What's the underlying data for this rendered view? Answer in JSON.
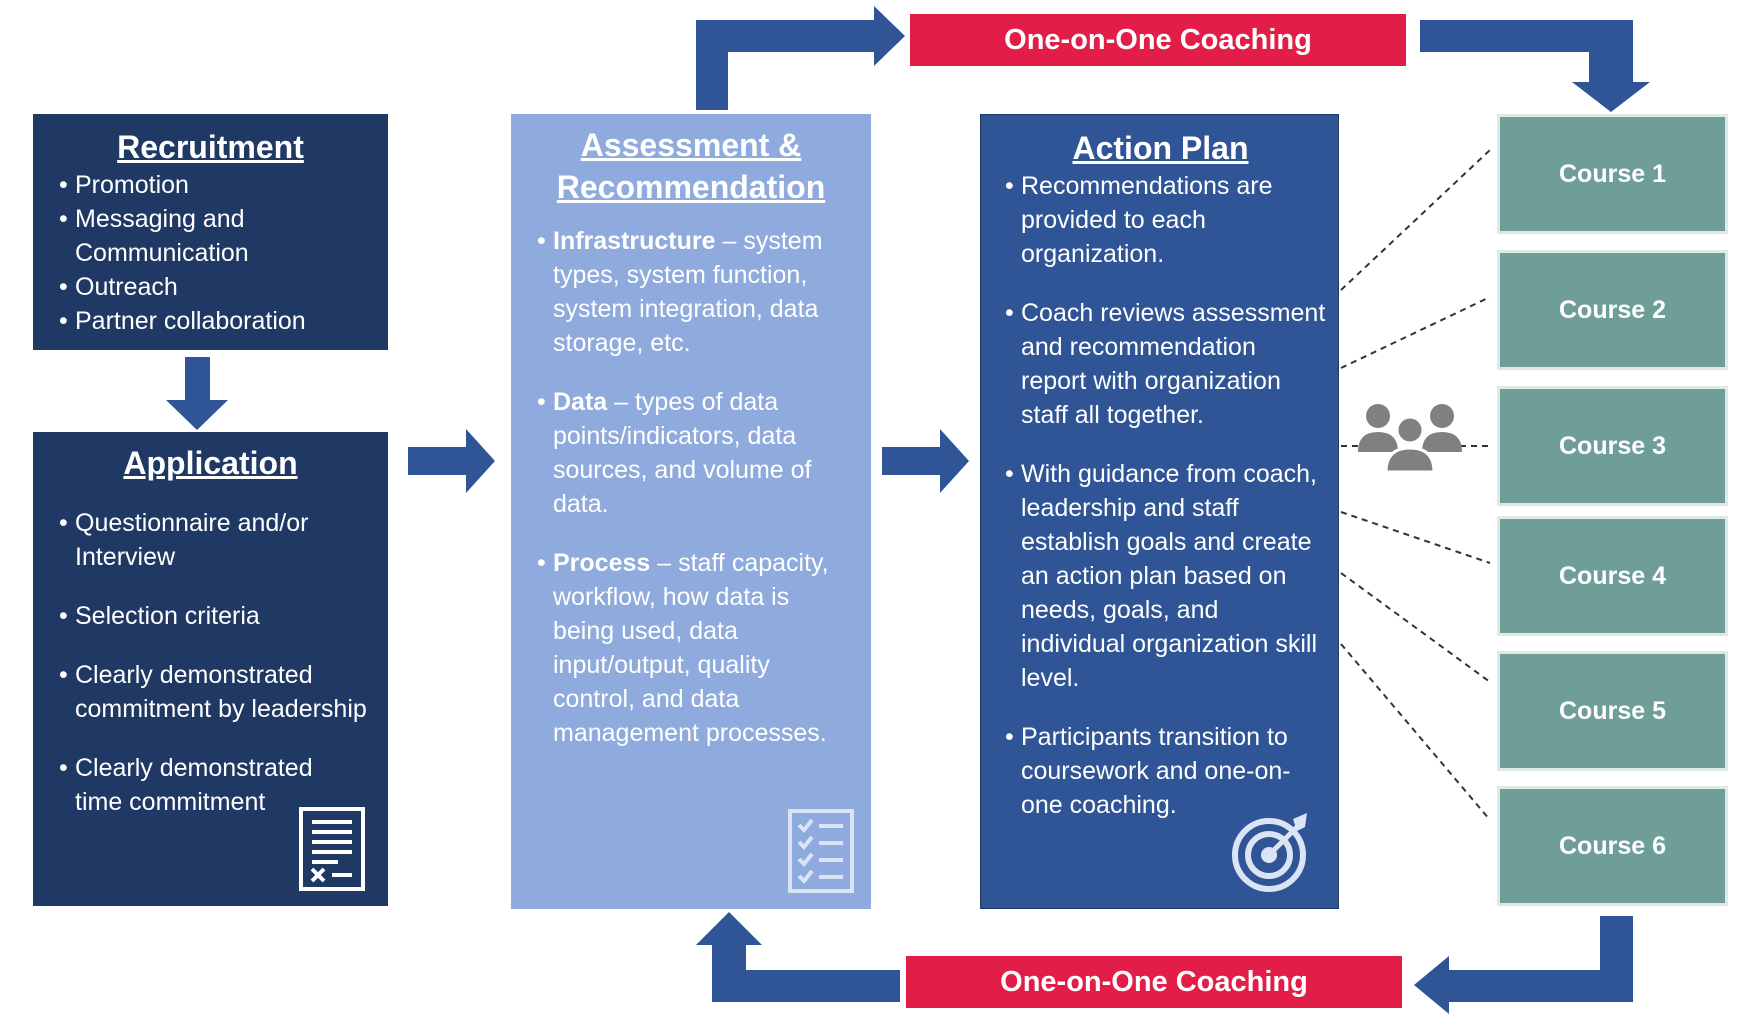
{
  "recruitment": {
    "title": "Recruitment",
    "items": [
      "Promotion",
      "Messaging and Communication",
      "Outreach",
      "Partner collaboration"
    ]
  },
  "application": {
    "title": "Application",
    "items": [
      "Questionnaire and/or Interview",
      "Selection criteria",
      "Clearly demonstrated commitment by leadership",
      "Clearly demonstrated time commitment"
    ],
    "icon": "form-document-icon"
  },
  "assessment": {
    "title_line1": "Assessment &",
    "title_line2": "Recommendation",
    "items": [
      {
        "term": "Infrastructure",
        "desc": " – system types, system function, system integration, data storage, etc."
      },
      {
        "term": "Data",
        "desc": " – types of data points/indicators, data sources, and volume of data."
      },
      {
        "term": "Process",
        "desc": " – staff capacity, workflow, how data is being used, data input/output, quality control, and data management processes."
      }
    ],
    "icon": "checklist-icon"
  },
  "action_plan": {
    "title": "Action Plan",
    "items": [
      "Recommendations are provided to each organization.",
      "Coach reviews assessment and recommendation report with organization staff all together.",
      "With guidance from coach, leadership and staff establish goals and create an action plan based on needs, goals, and individual organization skill level.",
      "Participants transition to coursework and one-on-one coaching."
    ],
    "icon": "target-icon"
  },
  "courses": [
    "Course 1",
    "Course 2",
    "Course 3",
    "Course 4",
    "Course 5",
    "Course 6"
  ],
  "coaching_top": "One-on-One Coaching",
  "coaching_bottom": "One-on-One Coaching",
  "group_icon": "people-group-icon",
  "colors": {
    "dark_navy": "#1f3864",
    "light_blue": "#8faadc",
    "mid_blue": "#2f5597",
    "teal": "#6f9e99",
    "red": "#e11d48",
    "arrow": "#2f5597"
  }
}
